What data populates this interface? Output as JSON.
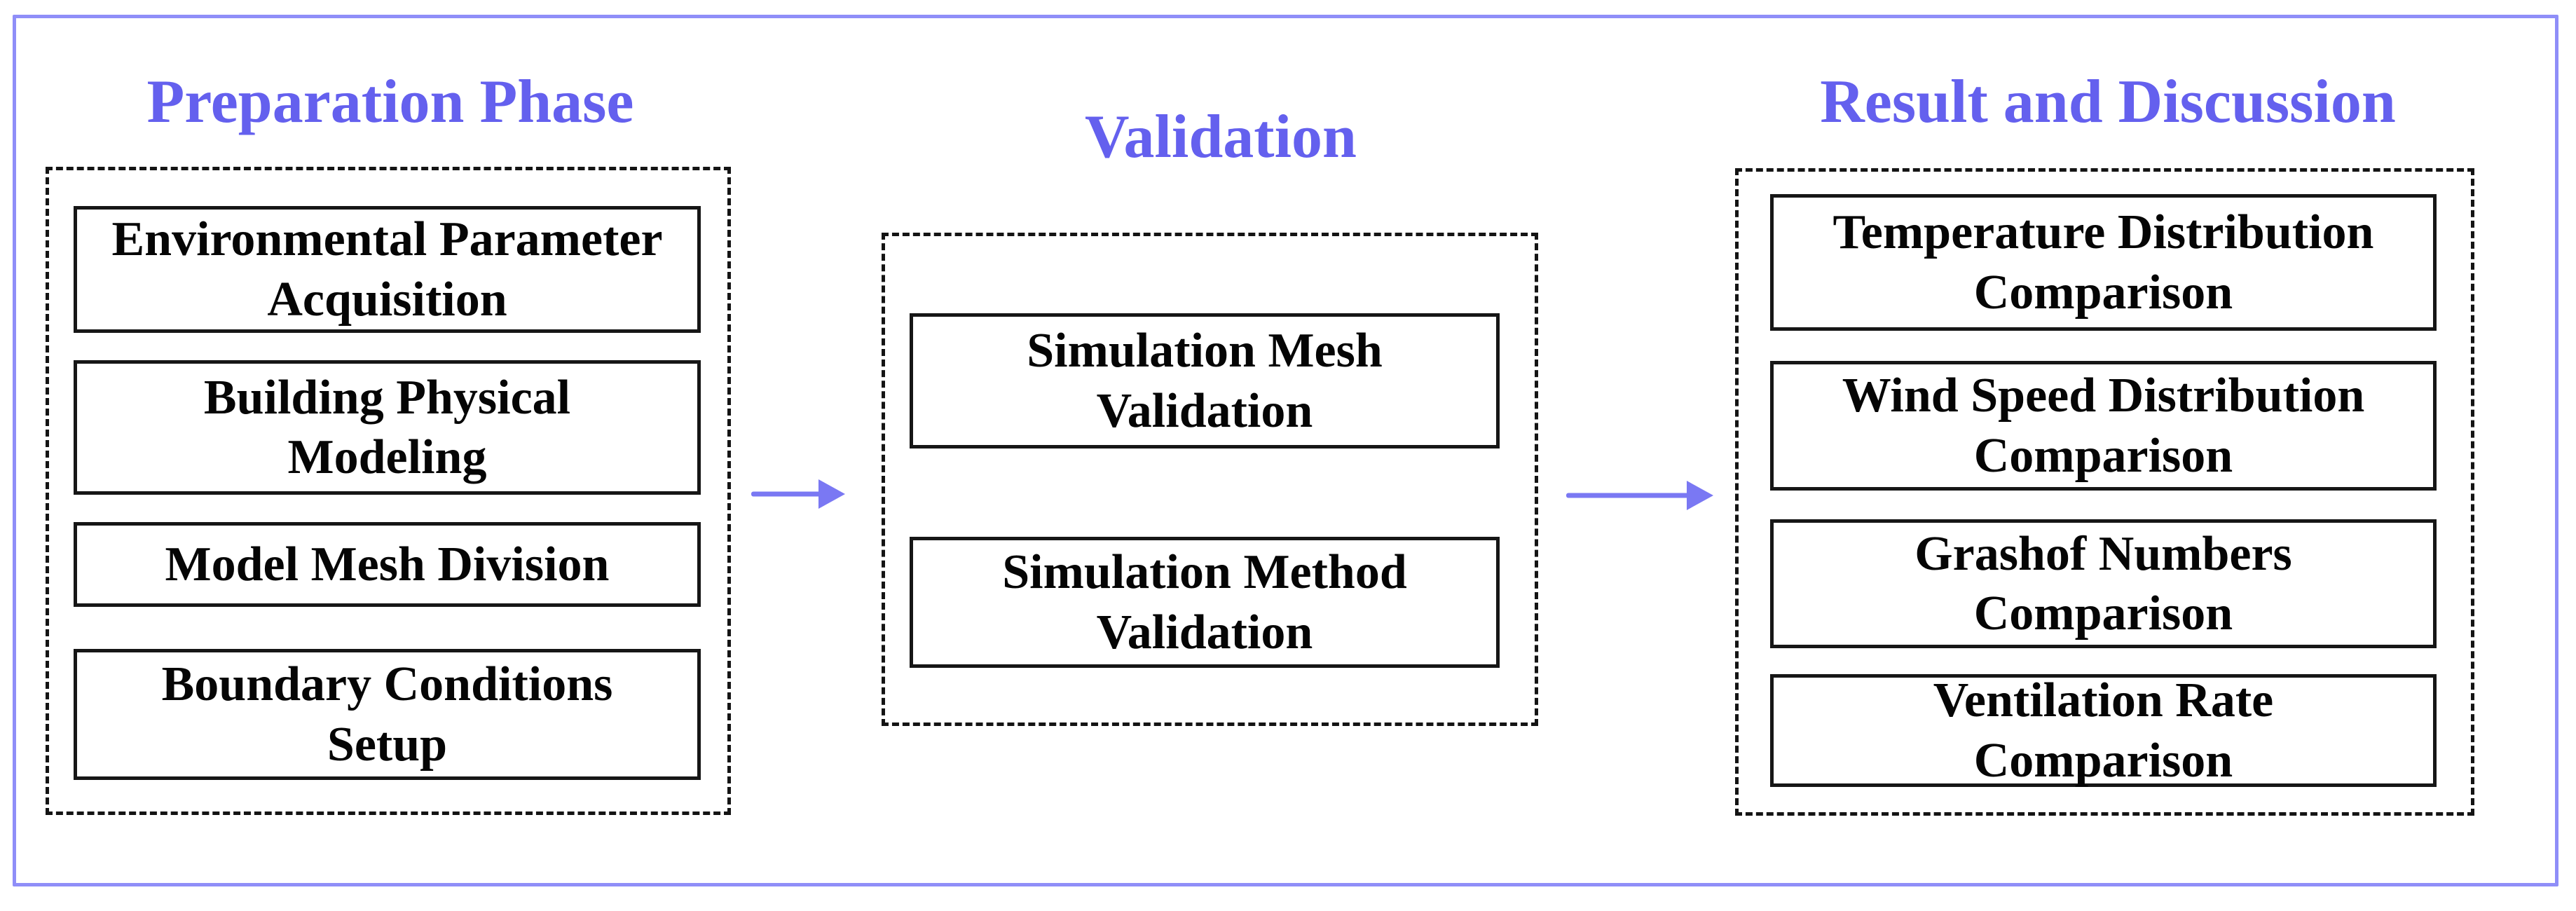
{
  "figure": {
    "accent_color": "#6460ee",
    "arrow_color": "#7a78f3",
    "frame_color": "#8f8ef8",
    "columns": [
      {
        "title": "Preparation Phase",
        "boxes": [
          {
            "lines": [
              "Environmental Parameter",
              "Acquisition"
            ]
          },
          {
            "lines": [
              "Building Physical",
              "Modeling"
            ]
          },
          {
            "lines": [
              "Model Mesh Division"
            ]
          },
          {
            "lines": [
              "Boundary Conditions",
              "Setup"
            ]
          }
        ]
      },
      {
        "title": "Validation",
        "boxes": [
          {
            "lines": [
              "Simulation Mesh",
              "Validation"
            ]
          },
          {
            "lines": [
              "Simulation Method",
              "Validation"
            ]
          }
        ]
      },
      {
        "title": "Result and Discussion",
        "boxes": [
          {
            "lines": [
              "Temperature Distribution",
              "Comparison"
            ]
          },
          {
            "lines": [
              "Wind Speed Distribution",
              "Comparison"
            ]
          },
          {
            "lines": [
              "Grashof Numbers",
              "Comparison"
            ]
          },
          {
            "lines": [
              "Ventilation Rate",
              "Comparison"
            ]
          }
        ]
      }
    ]
  }
}
